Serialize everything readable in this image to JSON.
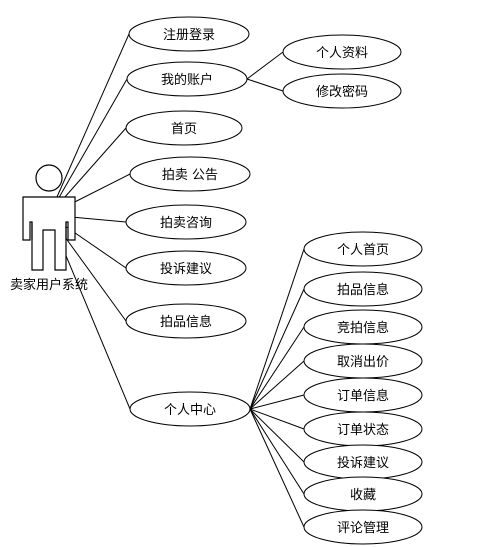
{
  "actor": {
    "label": "卖家用户系统"
  },
  "use_cases": [
    {
      "id": "register",
      "label": "注册登录"
    },
    {
      "id": "account",
      "label": "我的账户",
      "children": [
        {
          "id": "profile",
          "label": "个人资料"
        },
        {
          "id": "password",
          "label": "修改密码"
        }
      ]
    },
    {
      "id": "home",
      "label": "首页"
    },
    {
      "id": "notice",
      "label": "拍卖 公告"
    },
    {
      "id": "consult",
      "label": "拍卖咨询"
    },
    {
      "id": "complaint",
      "label": "投诉建议"
    },
    {
      "id": "lot_info",
      "label": "拍品信息"
    },
    {
      "id": "center",
      "label": "个人中心",
      "children": [
        {
          "id": "c_home",
          "label": "个人首页"
        },
        {
          "id": "c_lot",
          "label": "拍品信息"
        },
        {
          "id": "c_bid",
          "label": "竞拍信息"
        },
        {
          "id": "c_cancel",
          "label": "取消出价"
        },
        {
          "id": "c_order",
          "label": "订单信息"
        },
        {
          "id": "c_status",
          "label": "订单状态"
        },
        {
          "id": "c_complaint",
          "label": "投诉建议"
        },
        {
          "id": "c_fav",
          "label": "收藏"
        },
        {
          "id": "c_review",
          "label": "评论管理"
        }
      ]
    }
  ]
}
